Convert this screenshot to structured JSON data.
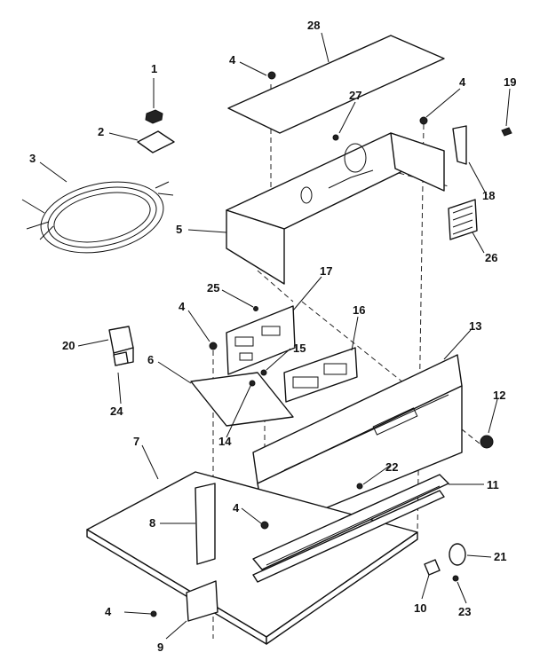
{
  "callouts": {
    "c1": "1",
    "c2": "2",
    "c3": "3",
    "c4a": "4",
    "c4b": "4",
    "c4c": "4",
    "c4d": "4",
    "c4e": "4",
    "c5": "5",
    "c6": "6",
    "c7": "7",
    "c8": "8",
    "c9": "9",
    "c10": "10",
    "c11": "11",
    "c12": "12",
    "c13": "13",
    "c14": "14",
    "c15": "15",
    "c16": "16",
    "c17": "17",
    "c18": "18",
    "c19": "19",
    "c20": "20",
    "c21": "21",
    "c22": "22",
    "c23": "23",
    "c24": "24",
    "c25": "25",
    "c26": "26",
    "c27": "27",
    "c28": "28"
  }
}
